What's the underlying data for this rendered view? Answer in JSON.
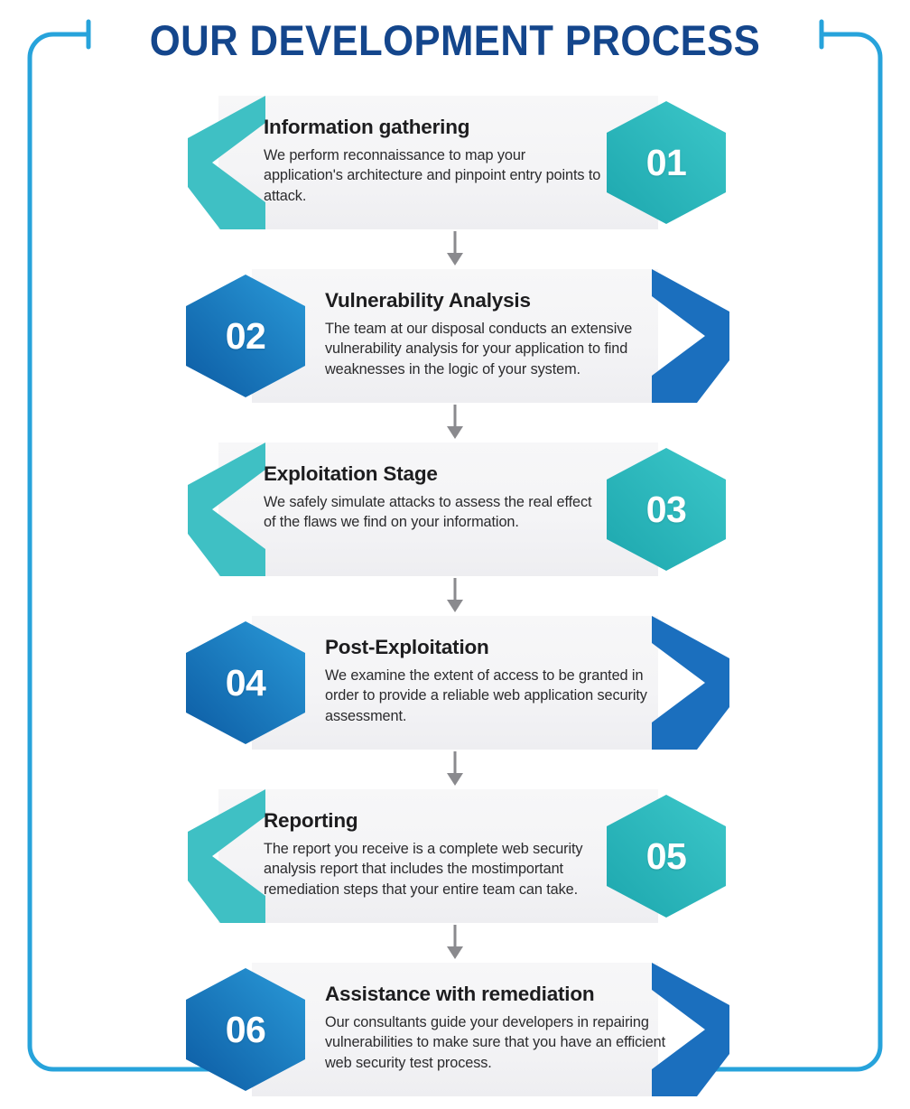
{
  "page": {
    "title": "OUR DEVELOPMENT PROCESS",
    "background": "#ffffff",
    "title_color": "#14468c",
    "frame_color": "#27a3db",
    "connector_color": "#8a8a8e",
    "teal_accent": "#2eb9bd",
    "blue_accent": "#1a6fbd",
    "card_background": "#f4f4f6"
  },
  "steps": [
    {
      "number": "01",
      "title": "Information gathering",
      "description": "We perform reconnaissance to map your application's architecture and pinpoint entry points to attack.",
      "accent": "teal",
      "hex_side": "right",
      "chevron_direction": "left",
      "hex_gradient_from": "#3cc7c9",
      "hex_gradient_to": "#1da7ae",
      "chevron_color": "#3fc0c4"
    },
    {
      "number": "02",
      "title": "Vulnerability Analysis",
      "description": "The team at our disposal conducts an extensive vulnerability analysis for your application to find weaknesses in the logic of your system.",
      "accent": "blue",
      "hex_side": "left",
      "chevron_direction": "right",
      "hex_gradient_from": "#2a9ad8",
      "hex_gradient_to": "#0c5ba3",
      "chevron_color": "#1b6fbe"
    },
    {
      "number": "03",
      "title": "Exploitation Stage",
      "description": "We safely simulate attacks to assess the real effect of the flaws we find on your information.",
      "accent": "teal",
      "hex_side": "right",
      "chevron_direction": "left",
      "hex_gradient_from": "#3cc7c9",
      "hex_gradient_to": "#1da7ae",
      "chevron_color": "#3fc0c4"
    },
    {
      "number": "04",
      "title": "Post-Exploitation",
      "description": "We examine the extent of access to be granted in order to provide a reliable web application security assessment.",
      "accent": "blue",
      "hex_side": "left",
      "chevron_direction": "right",
      "hex_gradient_from": "#2a9ad8",
      "hex_gradient_to": "#0c5ba3",
      "chevron_color": "#1b6fbe"
    },
    {
      "number": "05",
      "title": "Reporting",
      "description": "The report you receive is a complete web security analysis report that includes the mostimportant remediation steps that your entire team can take.",
      "accent": "teal",
      "hex_side": "right",
      "chevron_direction": "left",
      "hex_gradient_from": "#3cc7c9",
      "hex_gradient_to": "#1da7ae",
      "chevron_color": "#3fc0c4"
    },
    {
      "number": "06",
      "title": "Assistance with remediation",
      "description": "Our consultants guide your developers in repairing vulnerabilities to make sure that you have an efficient web security test process.",
      "accent": "blue",
      "hex_side": "left",
      "chevron_direction": "right",
      "hex_gradient_from": "#2a9ad8",
      "hex_gradient_to": "#0c5ba3",
      "chevron_color": "#1b6fbe"
    }
  ],
  "connectors": {
    "count": 5,
    "icon": "down-arrow-icon",
    "color": "#8a8a8e"
  }
}
